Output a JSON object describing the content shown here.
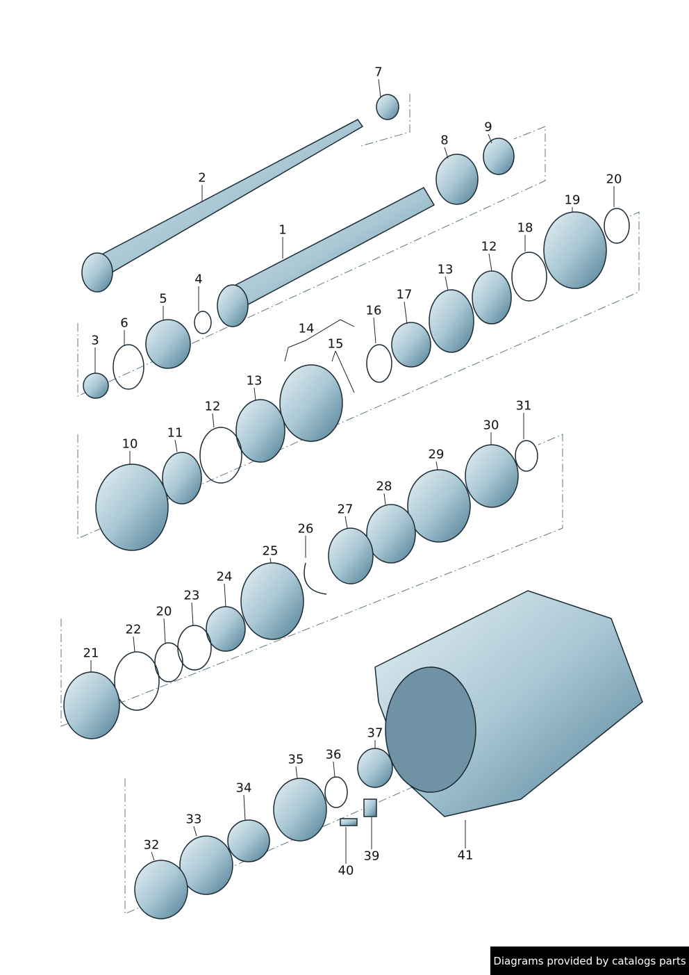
{
  "colors": {
    "part_fill": "#c9dde6",
    "part_shade": "#5f8ea3",
    "outline": "#1a2a33",
    "banner_bg": "#000000"
  },
  "callouts": [
    "7",
    "2",
    "8",
    "9",
    "20",
    "19",
    "18",
    "12",
    "1",
    "4",
    "13",
    "5",
    "17",
    "16",
    "6",
    "14",
    "15",
    "3",
    "13",
    "12",
    "31",
    "30",
    "11",
    "10",
    "29",
    "28",
    "27",
    "26",
    "25",
    "24",
    "23",
    "20",
    "22",
    "21",
    "37",
    "36",
    "35",
    "34",
    "33",
    "32",
    "39",
    "41",
    "40"
  ],
  "banner": {
    "text": "Diagrams provided by catalogs parts"
  }
}
